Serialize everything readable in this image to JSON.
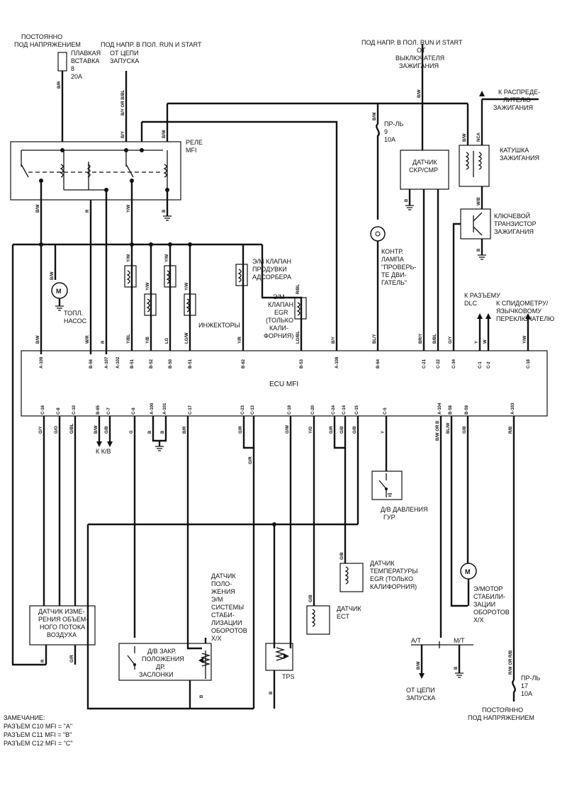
{
  "power": {
    "constant_top": [
      "ПОСТОЯННО",
      "ПОД НАПРЯЖЕНИЕМ"
    ],
    "fuse_main": [
      "ПЛАВКАЯ",
      "ВСТАВКА",
      "8",
      "20A"
    ],
    "run_start_left": "ПОД НАПР. В ПОЛ. RUN И START",
    "from_start_circuit": [
      "ОТ ЦЕПИ",
      "ЗАПУСКА"
    ],
    "run_start_right": "ПОД НАПР. В ПОЛ. RUN И START",
    "from_ignition_switch": [
      "ОТ",
      "ВЫКЛЮЧАТЕЛЯ",
      "ЗАЖИГАНИЯ"
    ],
    "to_distributor": [
      "К РАСПРЕДЕ-",
      "ЛИТЕЛЮ",
      "ЗАЖИГАНИЯ"
    ],
    "fuse9": [
      "ПР-ЛЬ",
      "9",
      "10A"
    ],
    "fuse17": [
      "ПР-ЛЬ",
      "17",
      "10A"
    ],
    "constant_bottom": [
      "ПОСТОЯННО",
      "ПОД НАПРЯЖЕНИЕМ"
    ],
    "from_start_bottom": [
      "ОТ ЦЕПИ",
      "ЗАПУСКА"
    ]
  },
  "components": {
    "relay": [
      "РЕЛЕ",
      "MFI"
    ],
    "ckp_sensor": [
      "ДАТЧИК",
      "CKP/CMP"
    ],
    "ignition_coil": [
      "КАТУШКА",
      "ЗАЖИГАНИЯ"
    ],
    "key_transistor": [
      "КЛЮЧЕВОЙ",
      "ТРАНЗИСТОР",
      "ЗАЖИГАНИЯ"
    ],
    "fuel_pump": [
      "ТОПЛ.",
      "НАСОС"
    ],
    "purge_valve": [
      "Э/М КЛАПАН",
      "ПРОДУВКИ",
      "АДСОРБЕРА"
    ],
    "egr_valve": [
      "Э/М",
      "КЛАПАН",
      "EGR",
      "(ТОЛЬКО",
      "КАЛИ-",
      "ФОРНИЯ)"
    ],
    "injectors": "ИНЖЕКТОРЫ",
    "check_lamp": [
      "КОНТР.",
      "ЛАМПА",
      "\"ПРОВЕРЬ-",
      "ТЕ ДВИ-",
      "ГАТЕЛЬ\""
    ],
    "to_dlc": [
      "К РАЗЪЕМУ",
      "DLC"
    ],
    "to_speedometer": [
      "К СПИДОМЕТРУ/",
      "ЯЗЫЧКОВОМУ",
      "ПЕРЕКЛЮЧАТЕЛЮ"
    ],
    "ecu": "ECU MFI",
    "to_kv": "К К/В",
    "ps_switch": [
      "Д/В ДАВЛЕНИЯ",
      "ГУР"
    ],
    "egr_temp": [
      "ДАТЧИК",
      "ТЕМПЕРАТУРЫ",
      "EGR (ТОЛЬКО",
      "КАЛИФОРНИЯ)"
    ],
    "idle_pos_sensor": [
      "ДАТЧИК",
      "ПОЛО-",
      "ЖЕНИЯ",
      "Э/М",
      "СИСТЕМЫ",
      "СТАБИ-",
      "ЛИЗАЦИИ",
      "ОБОРОТОВ",
      "Х/Х"
    ],
    "ect_sensor": [
      "ДАТЧИК",
      "ECT"
    ],
    "iac_motor": [
      "Э/МОТОР",
      "СТАБИЛИ-",
      "ЗАЦИИ",
      "ОБОРОТОВ",
      "Х/Х"
    ],
    "maf_sensor": [
      "ДАТЧИК ИЗМЕ-",
      "РЕНИЯ ОБЪЕМ-",
      "НОГО ПОТОКА",
      "ВОЗДУХА"
    ],
    "throttle_switch": [
      "Д/В ЗАКР.",
      "ПОЛОЖЕНИЯ",
      "ДР.",
      "ЗАСЛОНКИ"
    ],
    "tps": "TPS",
    "at": "A/T",
    "mt": "M/T"
  },
  "note": [
    "ЗАМЕЧАНИЕ:",
    "РАЗЪЕМ C10 MFI  = \"A\"",
    "РАЗЪЕМ C11 MFI  = \"B\"",
    "РАЗЪЕМ C12 MFI  = \"C\""
  ],
  "pins_top": [
    "A-109",
    "B-56",
    "A-107",
    "A-102",
    "B-51",
    "B-52",
    "B-50",
    "B-51",
    "B-62",
    "B-53",
    "A-108",
    "B-64",
    "C-21",
    "C-22",
    "C-34",
    "C-1",
    "C-2",
    "C-18"
  ],
  "pins_bottom": [
    "C-16",
    "C-8",
    "C-10",
    "B-65",
    "C-7",
    "C-6",
    "A-100",
    "A-101",
    "C-17",
    "C-23",
    "C-13",
    "C-19",
    "C-20",
    "C-24",
    "C-14",
    "C-15",
    "C-5",
    "A-104",
    "B-58",
    "B-59",
    "A-103"
  ],
  "wires_top": [
    "B/W",
    "W/R",
    "R",
    "Y/W",
    "Y/BL",
    "Y/B",
    "LG",
    "LG/W",
    "Y/R",
    "LG/BL",
    "B/Y",
    "BL/Y",
    "BR/Y",
    "B/BL",
    "G/Y",
    "Y",
    "W",
    "Y/W"
  ],
  "wires_bottom": [
    "G/Y",
    "G/O",
    "G/BL",
    "B/W",
    "G/B",
    "G",
    "B",
    "B",
    "B/R",
    "G/R",
    "G/R",
    "G/W",
    "Y/G",
    "G/R",
    "G/B",
    "G/B",
    "Y",
    "B/W OR B",
    "BL/W",
    "G/B",
    "R/B"
  ],
  "wires_misc": [
    "B/R",
    "B/Y OR B/BL",
    "B/Y",
    "B/W",
    "R",
    "Y/W",
    "B",
    "B/W",
    "B/W",
    "NCA",
    "W/B",
    "B",
    "B",
    "R/BL",
    "G/B",
    "G/B",
    "G/B",
    "G/B",
    "G/R",
    "G/B",
    "G/R",
    "B/W",
    "B",
    "R/W OR R/B",
    "B/W",
    "B/W",
    "Y/W",
    "Y/W",
    "Y/W",
    "Y/W",
    "R",
    "G/R",
    "B",
    "B"
  ]
}
